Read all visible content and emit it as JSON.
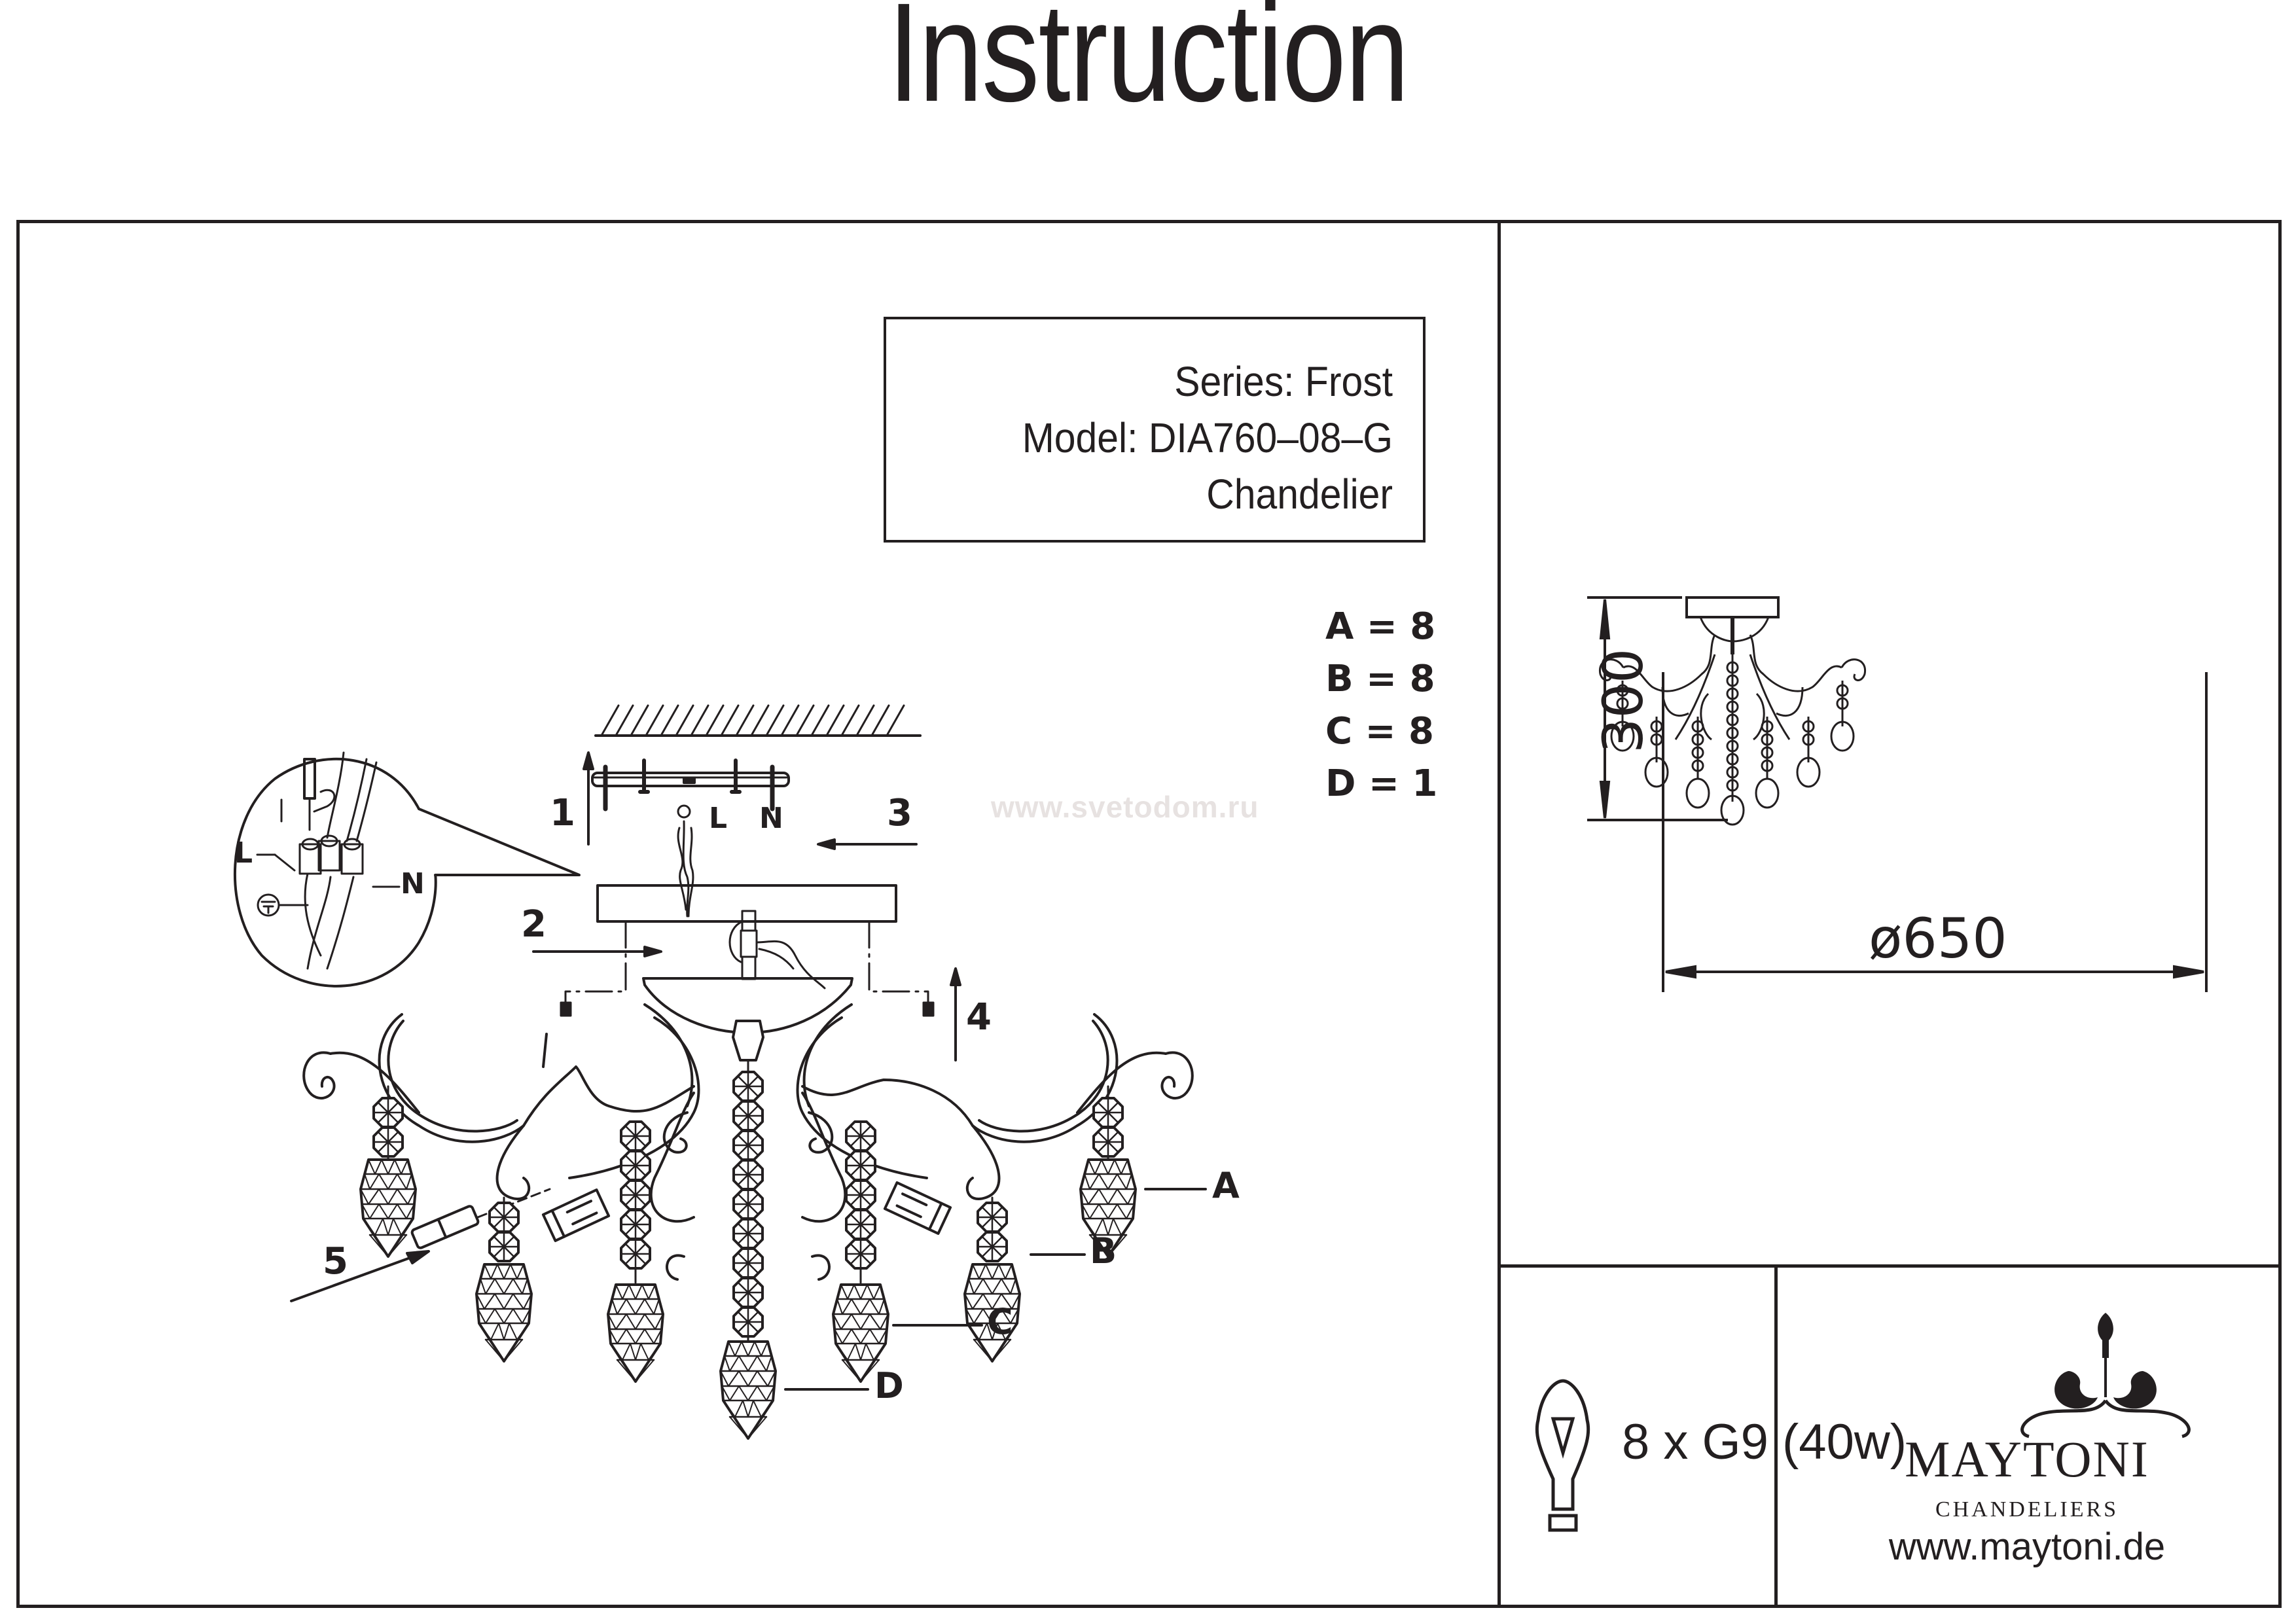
{
  "document": {
    "title": "Instruction",
    "watermark": "www.svetodom.ru"
  },
  "product": {
    "series_line": "Series: Frost",
    "model_line": "Model: DIA760–08–G",
    "type_line": "Chandelier"
  },
  "parts": [
    {
      "label": "A",
      "count_text": "A = 8"
    },
    {
      "label": "B",
      "count_text": "B = 8"
    },
    {
      "label": "C",
      "count_text": "C = 8"
    },
    {
      "label": "D",
      "count_text": "D = 1"
    }
  ],
  "steps": [
    "1",
    "2",
    "3",
    "4",
    "5"
  ],
  "wiring": {
    "live": "L",
    "neutral": "N",
    "earth_icon": "ground-symbol-icon"
  },
  "dimensions": {
    "height": "300",
    "diameter": "ø650"
  },
  "bulb": {
    "icon": "light-bulb-icon",
    "spec": "8 x G9 (40w)"
  },
  "brand": {
    "name": "MAYTONI",
    "subtitle": "CHANDELIERS",
    "url": "www.maytoni.de"
  }
}
